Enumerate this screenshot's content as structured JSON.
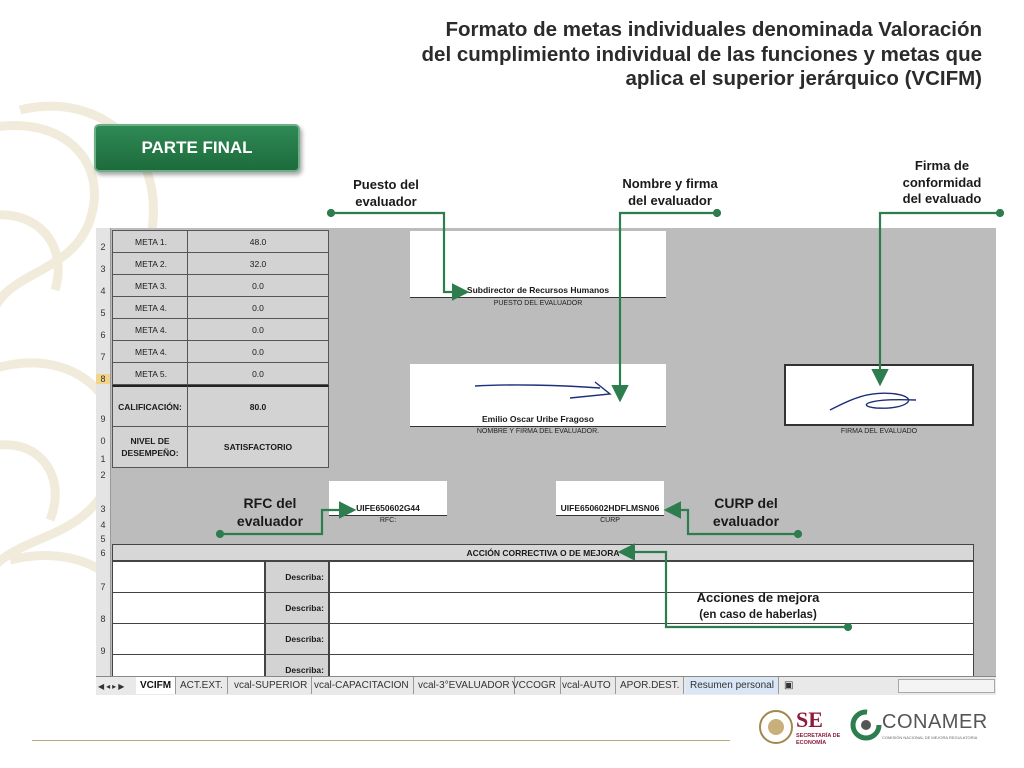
{
  "title": {
    "line1": "Formato de metas individuales denominada Valoración",
    "line2": "del cumplimiento individual de las funciones y metas que",
    "line3": "aplica el superior jerárquico (VCIFM)"
  },
  "section_button": "PARTE FINAL",
  "callouts": {
    "puesto_l1": "Puesto del",
    "puesto_l2": "evaluador",
    "nombre_l1": "Nombre y firma",
    "nombre_l2": "del evaluador",
    "firma_l1": "Firma de",
    "firma_l2": "conformidad",
    "firma_l3": "del evaluado",
    "rfc_l1": "RFC del",
    "rfc_l2": "evaluador",
    "curp_l1": "CURP del",
    "curp_l2": "evaluador",
    "acciones_l1": "Acciones de mejora",
    "acciones_l2": "(en caso de haberlas)"
  },
  "sheet": {
    "row_numbers": [
      "2",
      "3",
      "4",
      "5",
      "6",
      "7",
      "8",
      "9",
      "0",
      "1",
      "2",
      "3",
      "4",
      "5",
      "6",
      "7",
      "8",
      "9"
    ],
    "metas": [
      {
        "label": "META 1.",
        "value": "48.0"
      },
      {
        "label": "META 2.",
        "value": "32.0"
      },
      {
        "label": "META 3.",
        "value": "0.0"
      },
      {
        "label": "META 4.",
        "value": "0.0"
      },
      {
        "label": "META 4.",
        "value": "0.0"
      },
      {
        "label": "META 4.",
        "value": "0.0"
      },
      {
        "label": "META 5.",
        "value": "0.0"
      }
    ],
    "calificacion_label": "CALIFICACIÓN:",
    "calificacion_value": "80.0",
    "nivel_label_l1": "NIVEL DE",
    "nivel_label_l2": "DESEMPEÑO:",
    "nivel_value": "SATISFACTORIO",
    "puesto_value": "Subdirector de Recursos Humanos",
    "puesto_caption": "PUESTO DEL EVALUADOR",
    "nombre_value": "Emilio Oscar Uribe Fragoso",
    "nombre_caption": "NOMBRE Y FIRMA DEL EVALUADOR.",
    "firma_evaluado_caption": "FIRMA DEL EVALUADO",
    "rfc_value": "UIFE650602G44",
    "rfc_caption": "RFC:",
    "curp_value": "UIFE650602HDFLMSN06",
    "curp_caption": "CURP",
    "accion_header": "ACCIÓN CORRECTIVA O DE MEJORA",
    "describa_label": "Describa:"
  },
  "tabs": [
    "VCIFM",
    "ACT.EXT.",
    "vcal-SUPERIOR",
    "vcal-CAPACITACION",
    "vcal-3°EVALUADOR",
    "VCCOGR",
    "vcal-AUTO",
    "APOR.DEST.",
    "Resumen personal"
  ],
  "logos": {
    "se_name": "SE",
    "se_sub1": "SECRETARÍA DE",
    "se_sub2": "ECONOMÍA",
    "conamer_name": "CONAMER",
    "conamer_sub": "COMISIÓN NACIONAL DE MEJORA REGULATORIA"
  },
  "colors": {
    "accent_green": "#2e7d4f",
    "sheet_gray": "#bcbcbc"
  }
}
